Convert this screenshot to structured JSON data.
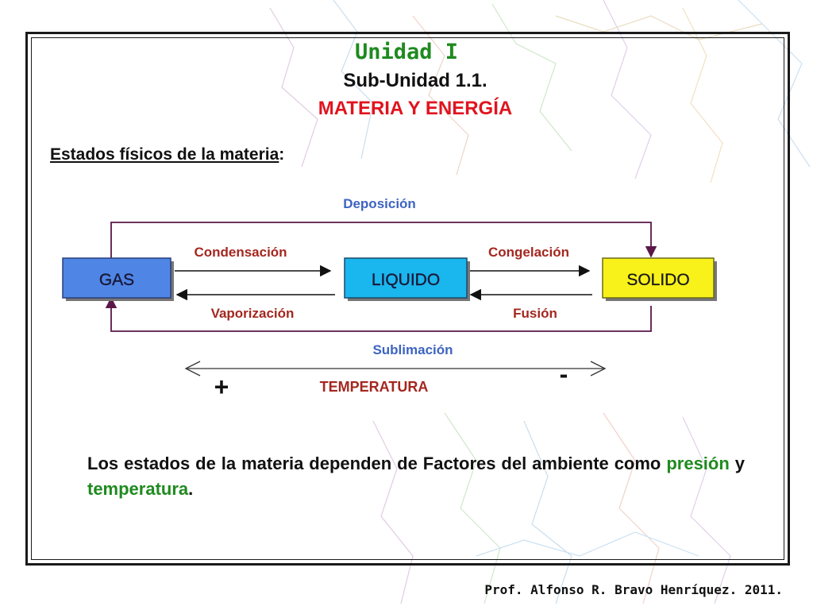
{
  "slide": {
    "unit": "Unidad I",
    "subunit": "Sub-Unidad 1.1.",
    "topic": "MATERIA Y ENERGÍA",
    "section_heading": "Estados físicos de la materia",
    "section_colon": ":"
  },
  "diagram": {
    "states": {
      "gas": "GAS",
      "liquid": "LIQUIDO",
      "solid": "SOLIDO"
    },
    "transitions": {
      "deposition": "Deposición",
      "condensation": "Condensación",
      "freezing": "Congelación",
      "vaporization": "Vaporización",
      "fusion": "Fusión",
      "sublimation": "Sublimación"
    },
    "temperature": {
      "label": "TEMPERATURA",
      "plus": "+",
      "minus": "-"
    }
  },
  "paragraph": {
    "part1": "Los estados de la materia dependen de Factores del ambiente como ",
    "pressure": "presión",
    "part2": " y ",
    "temperature": "temperatura",
    "part3": "."
  },
  "footer": "Prof. Alfonso R. Bravo Henríquez. 2011.",
  "colors": {
    "gas_box": "#4f86e6",
    "liquid_box": "#1ab6ee",
    "solid_box": "#f9f21a",
    "arrow_label": "#a4271f",
    "top_label": "#3d64c0",
    "heading_green": "#1f8a1f",
    "heading_red": "#e0141e"
  }
}
